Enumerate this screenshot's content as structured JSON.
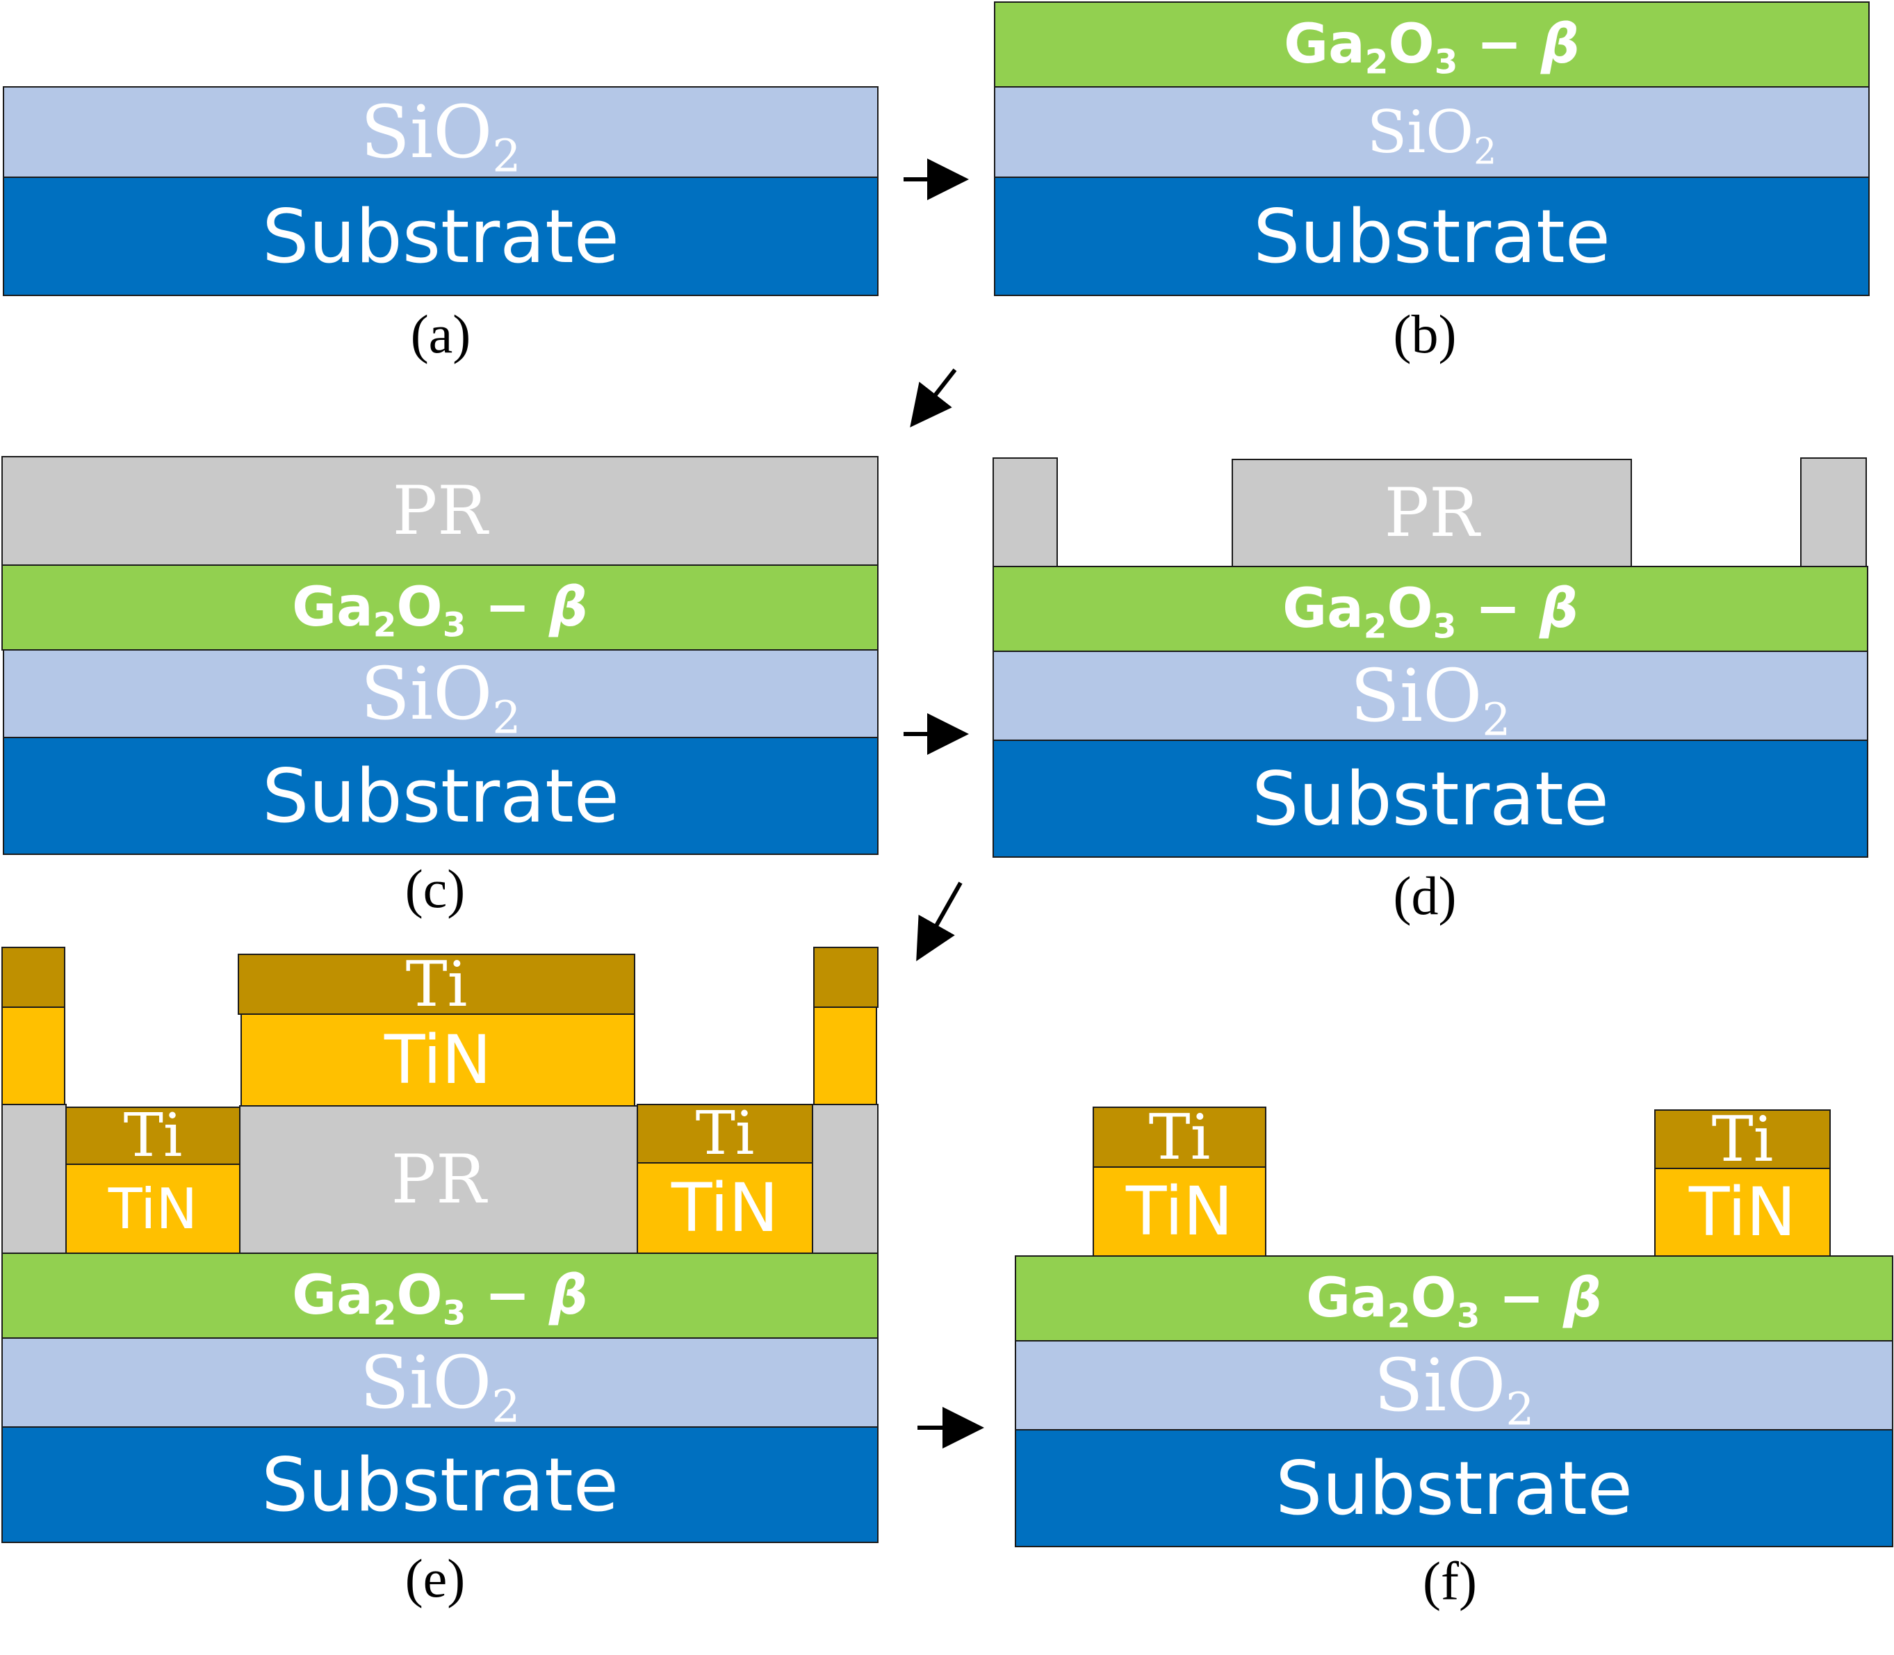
{
  "layers": {
    "substrate": "Substrate",
    "sio2": "SiO",
    "sio2_sub": "2",
    "ga2o3_a": "Ga",
    "ga2o3_a_sub": "2",
    "ga2o3_b": "O",
    "ga2o3_b_sub": "3",
    "ga2o3_suffix": " − β",
    "pr": "PR",
    "ti": "Ti",
    "tin": "TiN"
  },
  "captions": [
    "(a)",
    "(b)",
    "(c)",
    "(d)",
    "(e)",
    "(f)"
  ],
  "colors": {
    "substrate": "#0070c0",
    "sio2": "#b4c7e7",
    "ga2o3": "#92d050",
    "pr": "#c9c9c9",
    "ti": "#bf9000",
    "tin": "#ffc000"
  }
}
